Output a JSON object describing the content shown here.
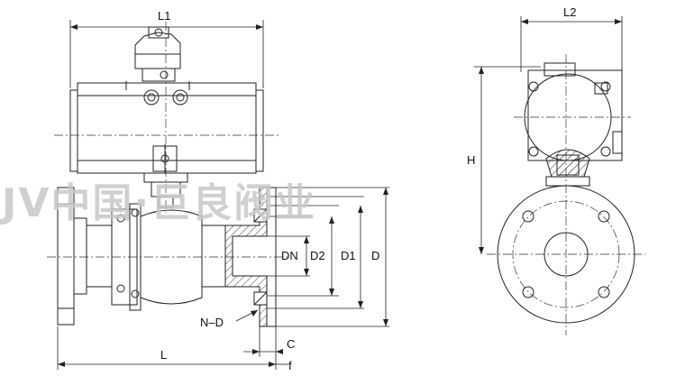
{
  "labels": {
    "L1": "L1",
    "L2": "L2",
    "H": "H",
    "DN": "DN",
    "D2": "D2",
    "D1": "D1",
    "D": "D",
    "ND": "N–D",
    "L": "L",
    "C": "C",
    "f": "f"
  },
  "watermark": {
    "text": "JV中国·巨良阀业",
    "color": "#c8c8c8"
  },
  "colors": {
    "line": "#222222",
    "centerline": "#333333",
    "hatch": "#444444"
  }
}
